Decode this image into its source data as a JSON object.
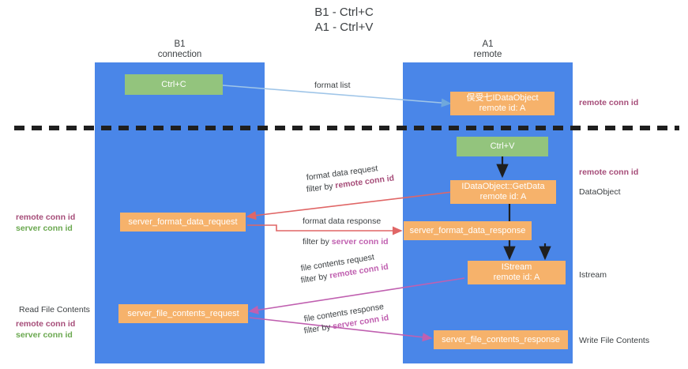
{
  "title": {
    "line1": "B1 - Ctrl+C",
    "line2": "A1 - Ctrl+V"
  },
  "lanes": [
    {
      "id": "b1",
      "header_line1": "B1",
      "header_line2": "connection",
      "color": "#4a86e8"
    },
    {
      "id": "a1",
      "header_line1": "A1",
      "header_line2": "remote",
      "color": "#4a86e8"
    }
  ],
  "nodes": {
    "ctrl_c": {
      "line1": "Ctrl+C",
      "line2": "",
      "color": "#93c47d"
    },
    "idataobject": {
      "line1": "俣受七IDataObject",
      "line2": "remote id: A",
      "color": "#f6b26b"
    },
    "ctrl_v": {
      "line1": "Ctrl+V",
      "line2": "",
      "color": "#93c47d"
    },
    "getdata": {
      "line1": "IDataObject::GetData",
      "line2": "remote id: A",
      "color": "#f6b26b"
    },
    "fmt_req": {
      "line1": "server_format_data_request",
      "line2": "",
      "color": "#f6b26b"
    },
    "fmt_resp": {
      "line1": "server_format_data_response",
      "line2": "",
      "color": "#f6b26b"
    },
    "istream": {
      "line1": "IStream",
      "line2": "remote id: A",
      "color": "#f6b26b"
    },
    "file_req": {
      "line1": "server_file_contents_request",
      "line2": "",
      "color": "#f6b26b"
    },
    "file_resp": {
      "line1": "server_file_contents_response",
      "line2": "",
      "color": "#f6b26b"
    }
  },
  "edge_labels": {
    "format_list": {
      "text": "format list"
    },
    "format_data_request": {
      "line1": "format data request",
      "prefix": "filter by ",
      "highlight": "remote conn id"
    },
    "format_data_response": {
      "line1": "format data response",
      "prefix": "filter by ",
      "highlight": "server conn id"
    },
    "file_contents_request": {
      "line1": "file contents request",
      "prefix": "filter by ",
      "highlight": "remote conn id"
    },
    "file_contents_response": {
      "line1": "file contents response",
      "prefix": "filter by ",
      "highlight": "server conn id"
    }
  },
  "annotations": {
    "right_remote_conn_top": "remote conn id",
    "right_remote_conn_mid": "remote conn id",
    "right_dataobject": "DataObject",
    "right_istream": "Istream",
    "right_write_file": "Write File Contents",
    "left_mid_purple": "remote conn id",
    "left_mid_green": "server conn id",
    "left_read_file": "Read File Contents",
    "left_bottom_purple": "remote conn id",
    "left_bottom_green": "server conn id"
  },
  "colors": {
    "lane": "#4a86e8",
    "box_orange": "#f6b26b",
    "box_green": "#93c47d",
    "arrow_blue": "#9fc5e8",
    "arrow_red": "#e06666",
    "arrow_magenta": "#c060b0",
    "arrow_black": "#1f1f1f",
    "divider": "#1f1f1f",
    "text_purple": "#a64d79",
    "text_green": "#6aa84f"
  }
}
